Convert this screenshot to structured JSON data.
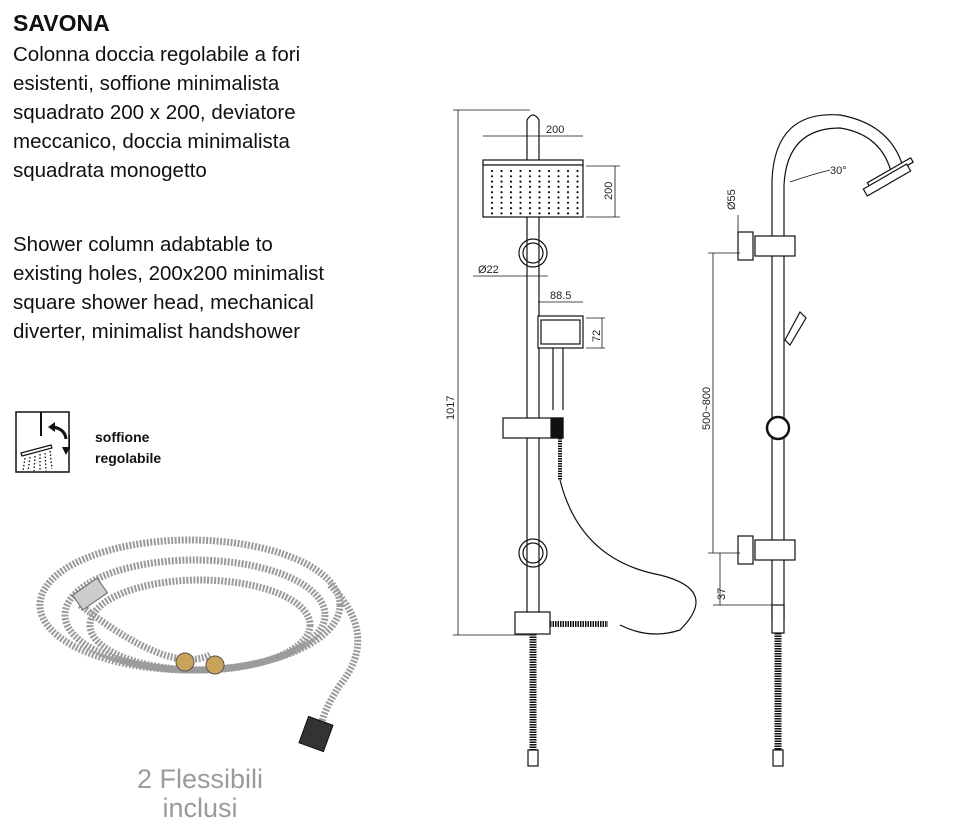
{
  "header": {
    "title": "SAVONA"
  },
  "description": {
    "italian": [
      "Colonna doccia regolabile a fori",
      "esistenti, soffione minimalista",
      "squadrato 200 x 200, deviatore",
      "meccanico, doccia minimalista",
      "squadrata monogetto"
    ],
    "english": [
      "Shower column adabtable to",
      "existing holes, 200x200 minimalist",
      "square shower head, mechanical",
      "diverter, minimalist handshower"
    ]
  },
  "feature": {
    "icon": "adjustable-shower-head-icon",
    "label_line1": "soffione",
    "label_line2": "regolabile"
  },
  "hose": {
    "label_line1": "2 Flessibili",
    "label_line2": "inclusi"
  },
  "front_drawing": {
    "head_width": "200",
    "head_height": "200",
    "bar_diameter": "Ø22",
    "handshower_width": "88.5",
    "handshower_height": "72",
    "total_height": "1017"
  },
  "side_drawing": {
    "fixing_diameter": "Ø55",
    "angle": "30°",
    "distance_range": "500~800",
    "bottom_offset": "37"
  }
}
